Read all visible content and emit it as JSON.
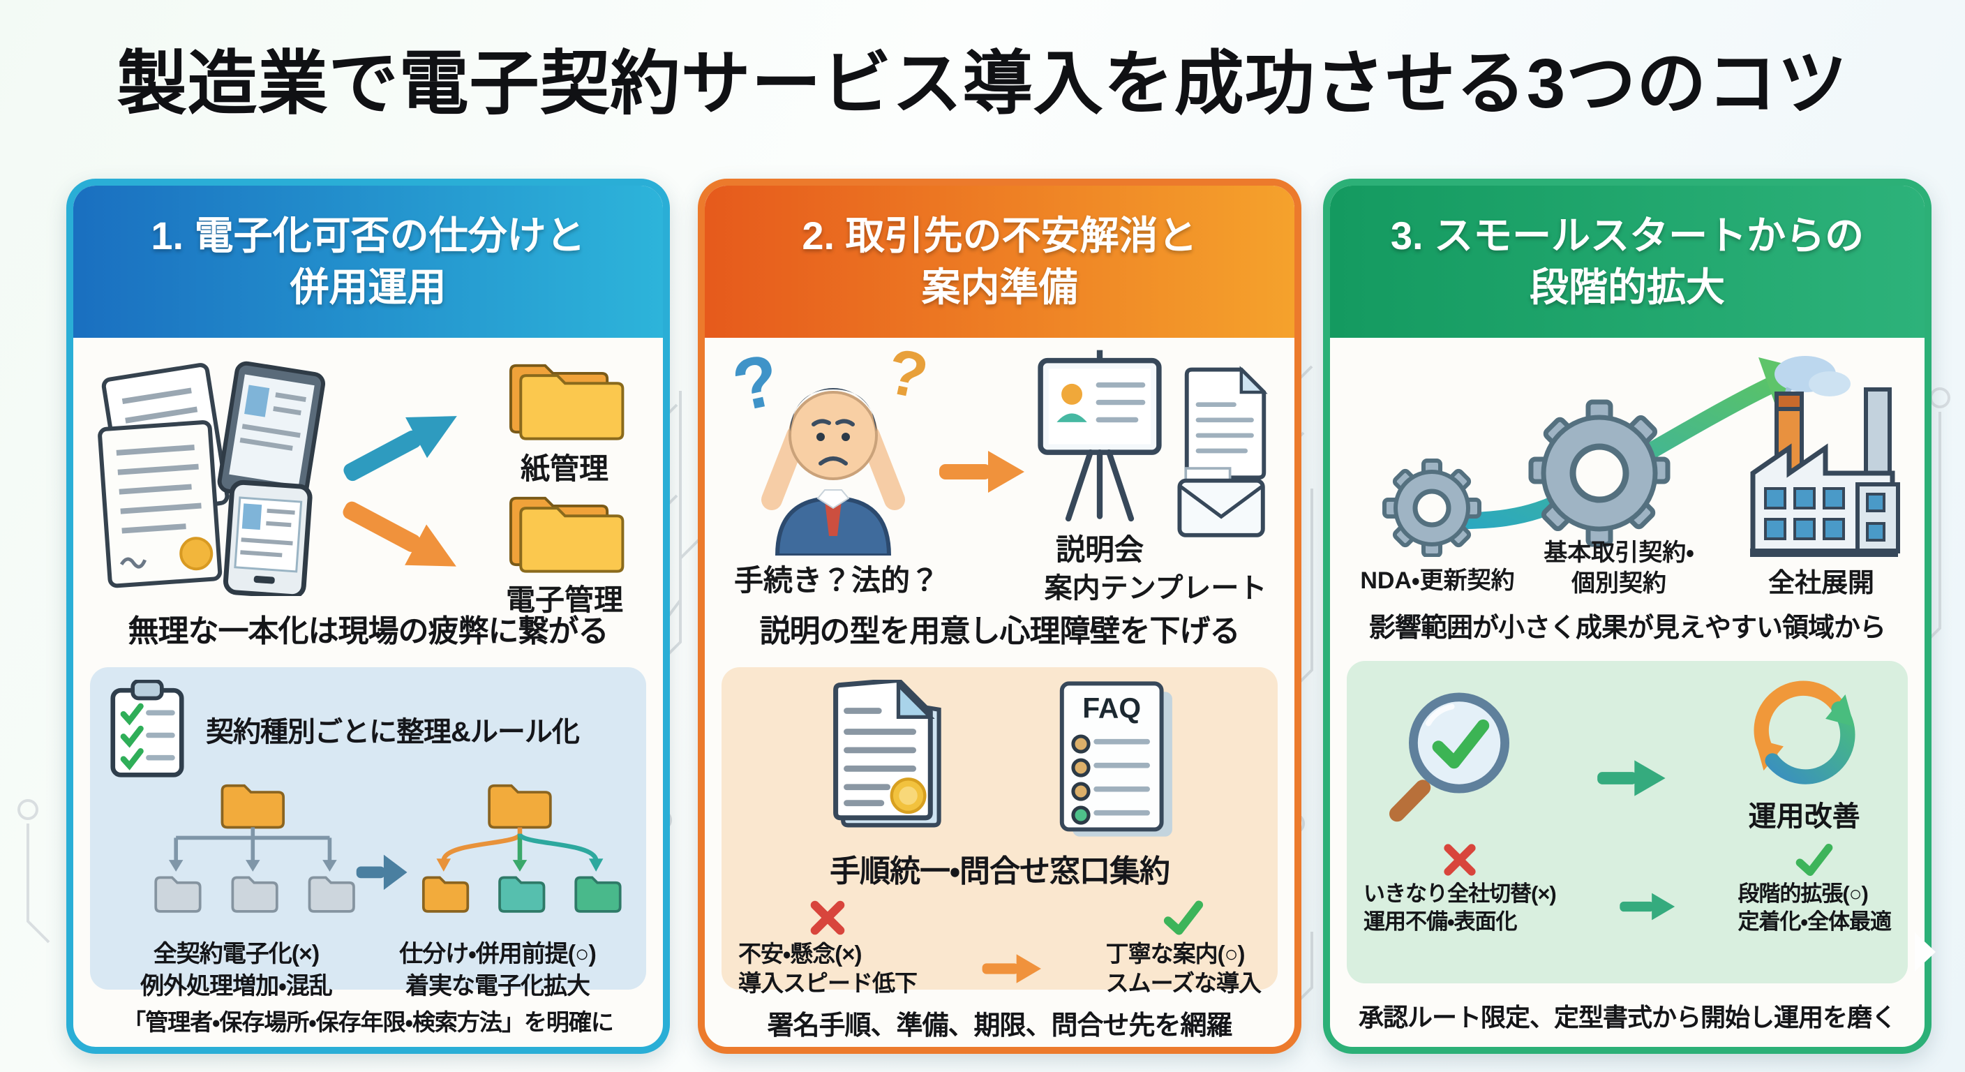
{
  "title": "製造業で電子契約サービス導入を成功させる3つのコツ",
  "colors": {
    "card1_accent": "#2aaed6",
    "card2_accent": "#ec7a2c",
    "card3_accent": "#2cb077",
    "bad_mark": "#d8453c",
    "good_mark": "#3db45a",
    "orange_arrow": "#f0923c",
    "teal_arrow": "#2e9bbf"
  },
  "cards": [
    {
      "heading1": "1. 電子化可否の仕分けと",
      "heading2": "併用運用",
      "illustration": {
        "folder_top_label": "紙管理",
        "folder_bottom_label": "電子管理"
      },
      "caption": "無理な一本化は現場の疲弊に繋がる",
      "subbox": {
        "title": "契約種別ごとに整理&ルール化",
        "bad_line1": "全契約電子化(×)",
        "bad_line2": "例外処理増加・混乱",
        "good_line1": "仕分け・併用前提(○)",
        "good_line2": "着実な電子化拡大"
      },
      "footer": "「管理者・保存場所・保存年限・検索方法」を明確に"
    },
    {
      "heading1": "2. 取引先の不安解消と",
      "heading2": "案内準備",
      "illustration": {
        "question_mark": "?",
        "worry_label": "手続き？法的？",
        "seminar_label": "説明会",
        "template_label": "案内テンプレート"
      },
      "caption": "説明の型を用意し心理障壁を下げる",
      "subbox": {
        "faq_text": "FAQ",
        "title": "手順統一・問合せ窓口集約",
        "bad_line1": "不安・懸念(×)",
        "bad_line2": "導入スピード低下",
        "good_line1": "丁寧な案内(○)",
        "good_line2": "スムーズな導入"
      },
      "footer": "署名手順、準備、期限、問合せ先を網羅"
    },
    {
      "heading1": "3. スモールスタートからの",
      "heading2": "段階的拡大",
      "illustration": {
        "gear_small_label": "NDA・更新契約",
        "gear_large_label1": "基本取引契約・",
        "gear_large_label2": "個別契約",
        "factory_label": "全社展開"
      },
      "caption": "影響範囲が小さく成果が見えやすい領域から",
      "subbox": {
        "cycle_label": "運用改善",
        "bad_line1": "いきなり全社切替(×)",
        "bad_line2": "運用不備・表面化",
        "good_line1": "段階的拡張(○)",
        "good_line2": "定着化・全体最適"
      },
      "footer": "承認ルート限定、定型書式から開始し運用を磨く"
    }
  ]
}
